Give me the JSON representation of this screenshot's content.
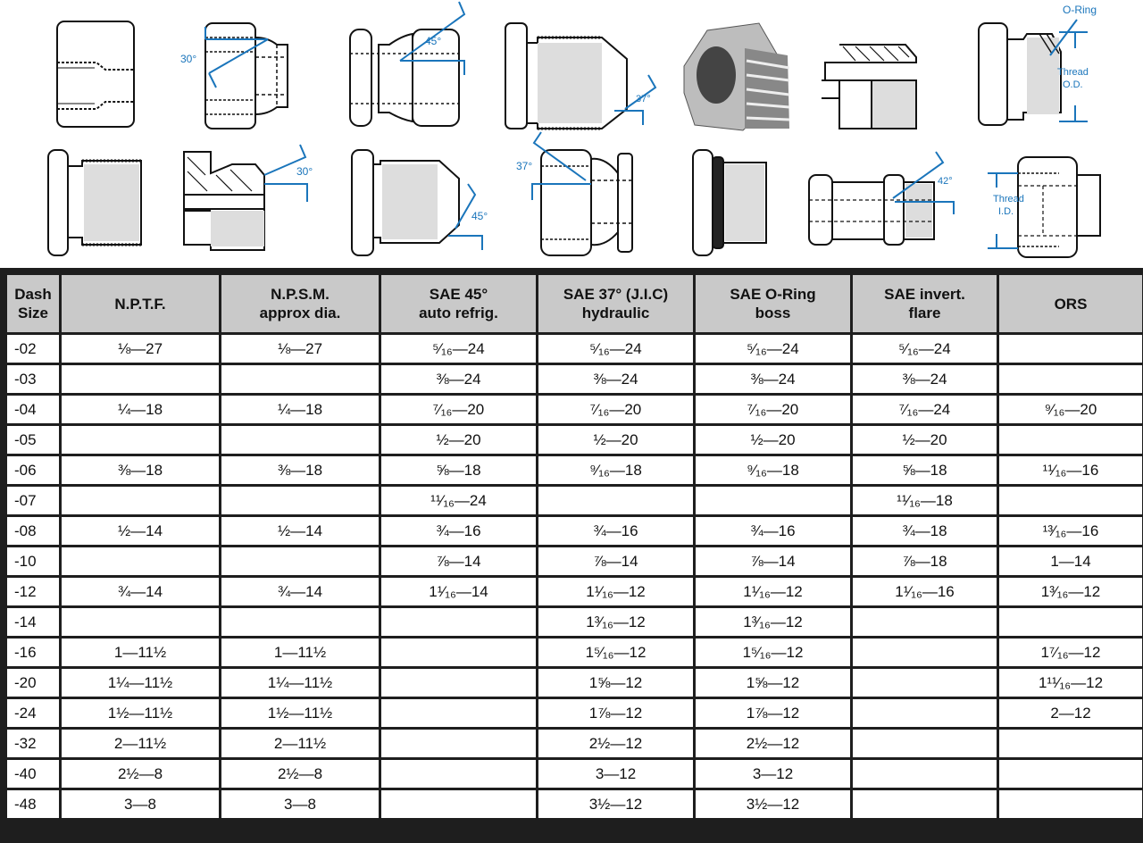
{
  "colors": {
    "accent": "#1a75bb",
    "header_bg": "#c9c9c9",
    "frame": "#1e1e1e",
    "line": "#111111"
  },
  "diagrams": {
    "row1": [
      {
        "name": "npt-female",
        "labels": []
      },
      {
        "name": "sae45-female-flare",
        "labels": [
          "30°"
        ]
      },
      {
        "name": "sae45-swivel",
        "labels": [
          "45°"
        ]
      },
      {
        "name": "jic-male",
        "labels": [
          "37°"
        ]
      },
      {
        "name": "hex-bushing-photo",
        "labels": []
      },
      {
        "name": "inverted-flare-section",
        "labels": []
      },
      {
        "name": "oring-boss-male",
        "labels": [
          "O-Ring",
          "Thread",
          "O.D."
        ]
      }
    ],
    "row2": [
      {
        "name": "npt-male-plug",
        "labels": []
      },
      {
        "name": "inverted-flare-male",
        "labels": [
          "30°"
        ]
      },
      {
        "name": "sae45-male",
        "labels": [
          "45°"
        ]
      },
      {
        "name": "jic-female-swivel",
        "labels": [
          "37°"
        ]
      },
      {
        "name": "oring-boss-plug",
        "labels": []
      },
      {
        "name": "ors-adapter",
        "labels": [
          "42°"
        ]
      },
      {
        "name": "female-thread-id",
        "labels": [
          "Thread",
          "I.D."
        ]
      }
    ]
  },
  "table": {
    "headers": [
      [
        "Dash",
        "Size"
      ],
      [
        "N.P.T.F."
      ],
      [
        "N.P.S.M.",
        "approx dia."
      ],
      [
        "SAE 45°",
        "auto refrig."
      ],
      [
        "SAE 37° (J.I.C)",
        "hydraulic"
      ],
      [
        "SAE O-Ring",
        "boss"
      ],
      [
        "SAE invert.",
        "flare"
      ],
      [
        "ORS"
      ]
    ],
    "rows": [
      [
        "-02",
        "⅛—27",
        "⅛—27",
        "⁵⁄₁₆—24",
        "⁵⁄₁₆—24",
        "⁵⁄₁₆—24",
        "⁵⁄₁₆—24",
        ""
      ],
      [
        "-03",
        "",
        "",
        "⅜—24",
        "⅜—24",
        "⅜—24",
        "⅜—24",
        ""
      ],
      [
        "-04",
        "¼—18",
        "¼—18",
        "⁷⁄₁₆—20",
        "⁷⁄₁₆—20",
        "⁷⁄₁₆—20",
        "⁷⁄₁₆—24",
        "⁹⁄₁₆—20"
      ],
      [
        "-05",
        "",
        "",
        "½—20",
        "½—20",
        "½—20",
        "½—20",
        ""
      ],
      [
        "-06",
        "⅜—18",
        "⅜—18",
        "⅝—18",
        "⁹⁄₁₆—18",
        "⁹⁄₁₆—18",
        "⅝—18",
        "¹¹⁄₁₆—16"
      ],
      [
        "-07",
        "",
        "",
        "¹¹⁄₁₆—24",
        "",
        "",
        "¹¹⁄₁₆—18",
        ""
      ],
      [
        "-08",
        "½—14",
        "½—14",
        "¾—16",
        "¾—16",
        "¾—16",
        "¾—18",
        "¹³⁄₁₆—16"
      ],
      [
        "-10",
        "",
        "",
        "⅞—14",
        "⅞—14",
        "⅞—14",
        "⅞—18",
        "1—14"
      ],
      [
        "-12",
        "¾—14",
        "¾—14",
        "1¹⁄₁₆—14",
        "1¹⁄₁₆—12",
        "1¹⁄₁₆—12",
        "1¹⁄₁₆—16",
        "1³⁄₁₆—12"
      ],
      [
        "-14",
        "",
        "",
        "",
        "1³⁄₁₆—12",
        "1³⁄₁₆—12",
        "",
        ""
      ],
      [
        "-16",
        "1—11½",
        "1—11½",
        "",
        "1⁵⁄₁₆—12",
        "1⁵⁄₁₆—12",
        "",
        "1⁷⁄₁₆—12"
      ],
      [
        "-20",
        "1¼—11½",
        "1¼—11½",
        "",
        "1⅝—12",
        "1⅝—12",
        "",
        "1¹¹⁄₁₆—12"
      ],
      [
        "-24",
        "1½—11½",
        "1½—11½",
        "",
        "1⅞—12",
        "1⅞—12",
        "",
        "2—12"
      ],
      [
        "-32",
        "2—11½",
        "2—11½",
        "",
        "2½—12",
        "2½—12",
        "",
        ""
      ],
      [
        "-40",
        "2½—8",
        "2½—8",
        "",
        "3—12",
        "3—12",
        "",
        ""
      ],
      [
        "-48",
        "3—8",
        "3—8",
        "",
        "3½—12",
        "3½—12",
        "",
        ""
      ]
    ]
  }
}
